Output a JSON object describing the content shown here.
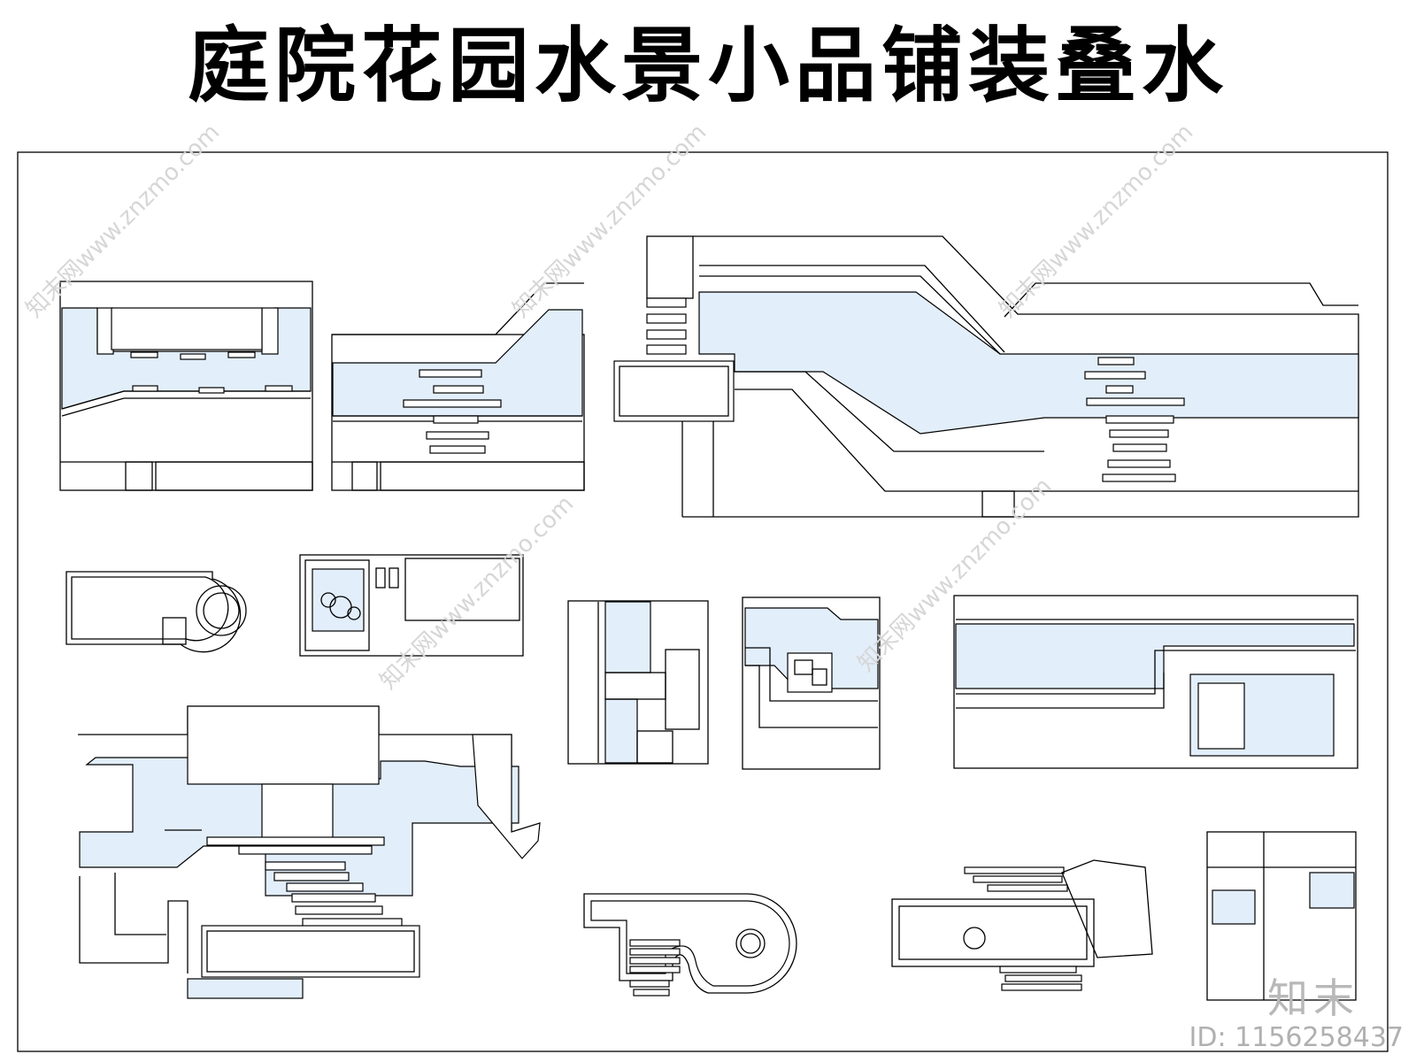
{
  "title": "庭院花园水景小品铺装叠水",
  "watermark": {
    "brand": "知末",
    "id_label": "ID: 1156258437",
    "diagonal": "知末网www.znzmo.com"
  },
  "colors": {
    "water": "#e2eefa",
    "line": "#000000",
    "watermark": "#b8b8b8"
  }
}
